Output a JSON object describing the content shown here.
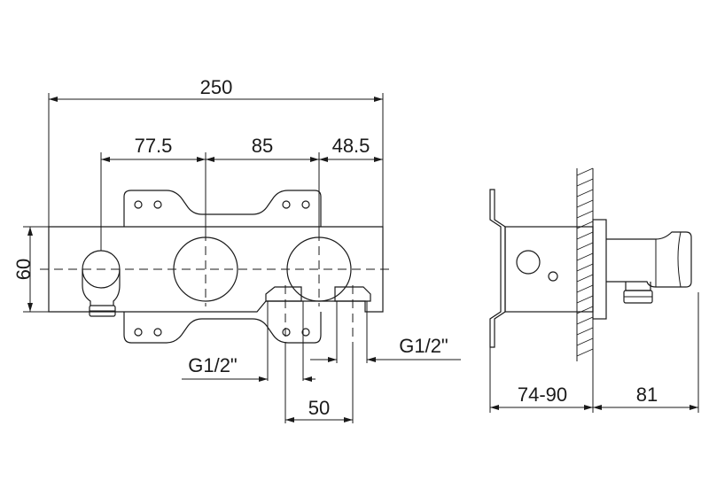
{
  "dimensions": {
    "overall_width": "250",
    "left_spacing": "77.5",
    "center_spacing": "85",
    "right_spacing": "48.5",
    "height": "60",
    "thread_left": "G1/2\"",
    "thread_right": "G1/2\"",
    "inlet_spacing": "50",
    "wall_depth": "74-90",
    "projection": "81"
  }
}
